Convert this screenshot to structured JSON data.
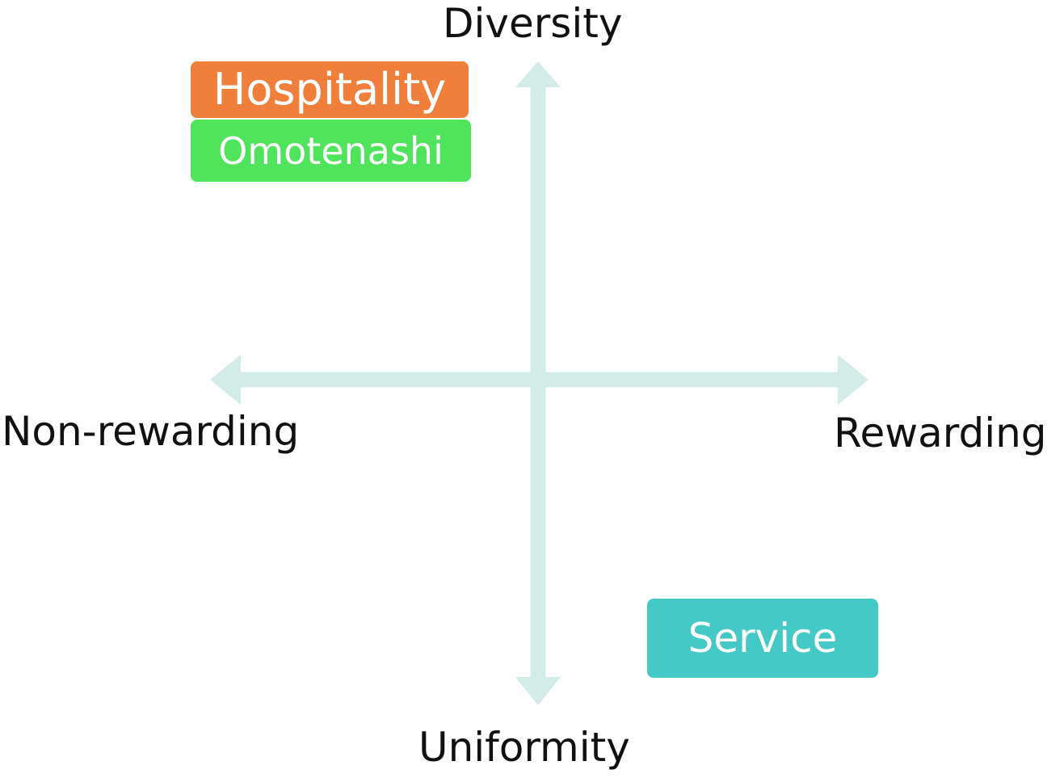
{
  "axes": {
    "top": "Diversity",
    "bottom": "Uniformity",
    "left": "Non-rewarding",
    "right": "Rewarding",
    "arrow_color": "#d4ece8"
  },
  "boxes": [
    {
      "label": "Hospitality",
      "color": "#f07f3c"
    },
    {
      "label": "Omotenashi",
      "color": "#4fe45c"
    },
    {
      "label": "Service",
      "color": "#44c9c6"
    }
  ]
}
